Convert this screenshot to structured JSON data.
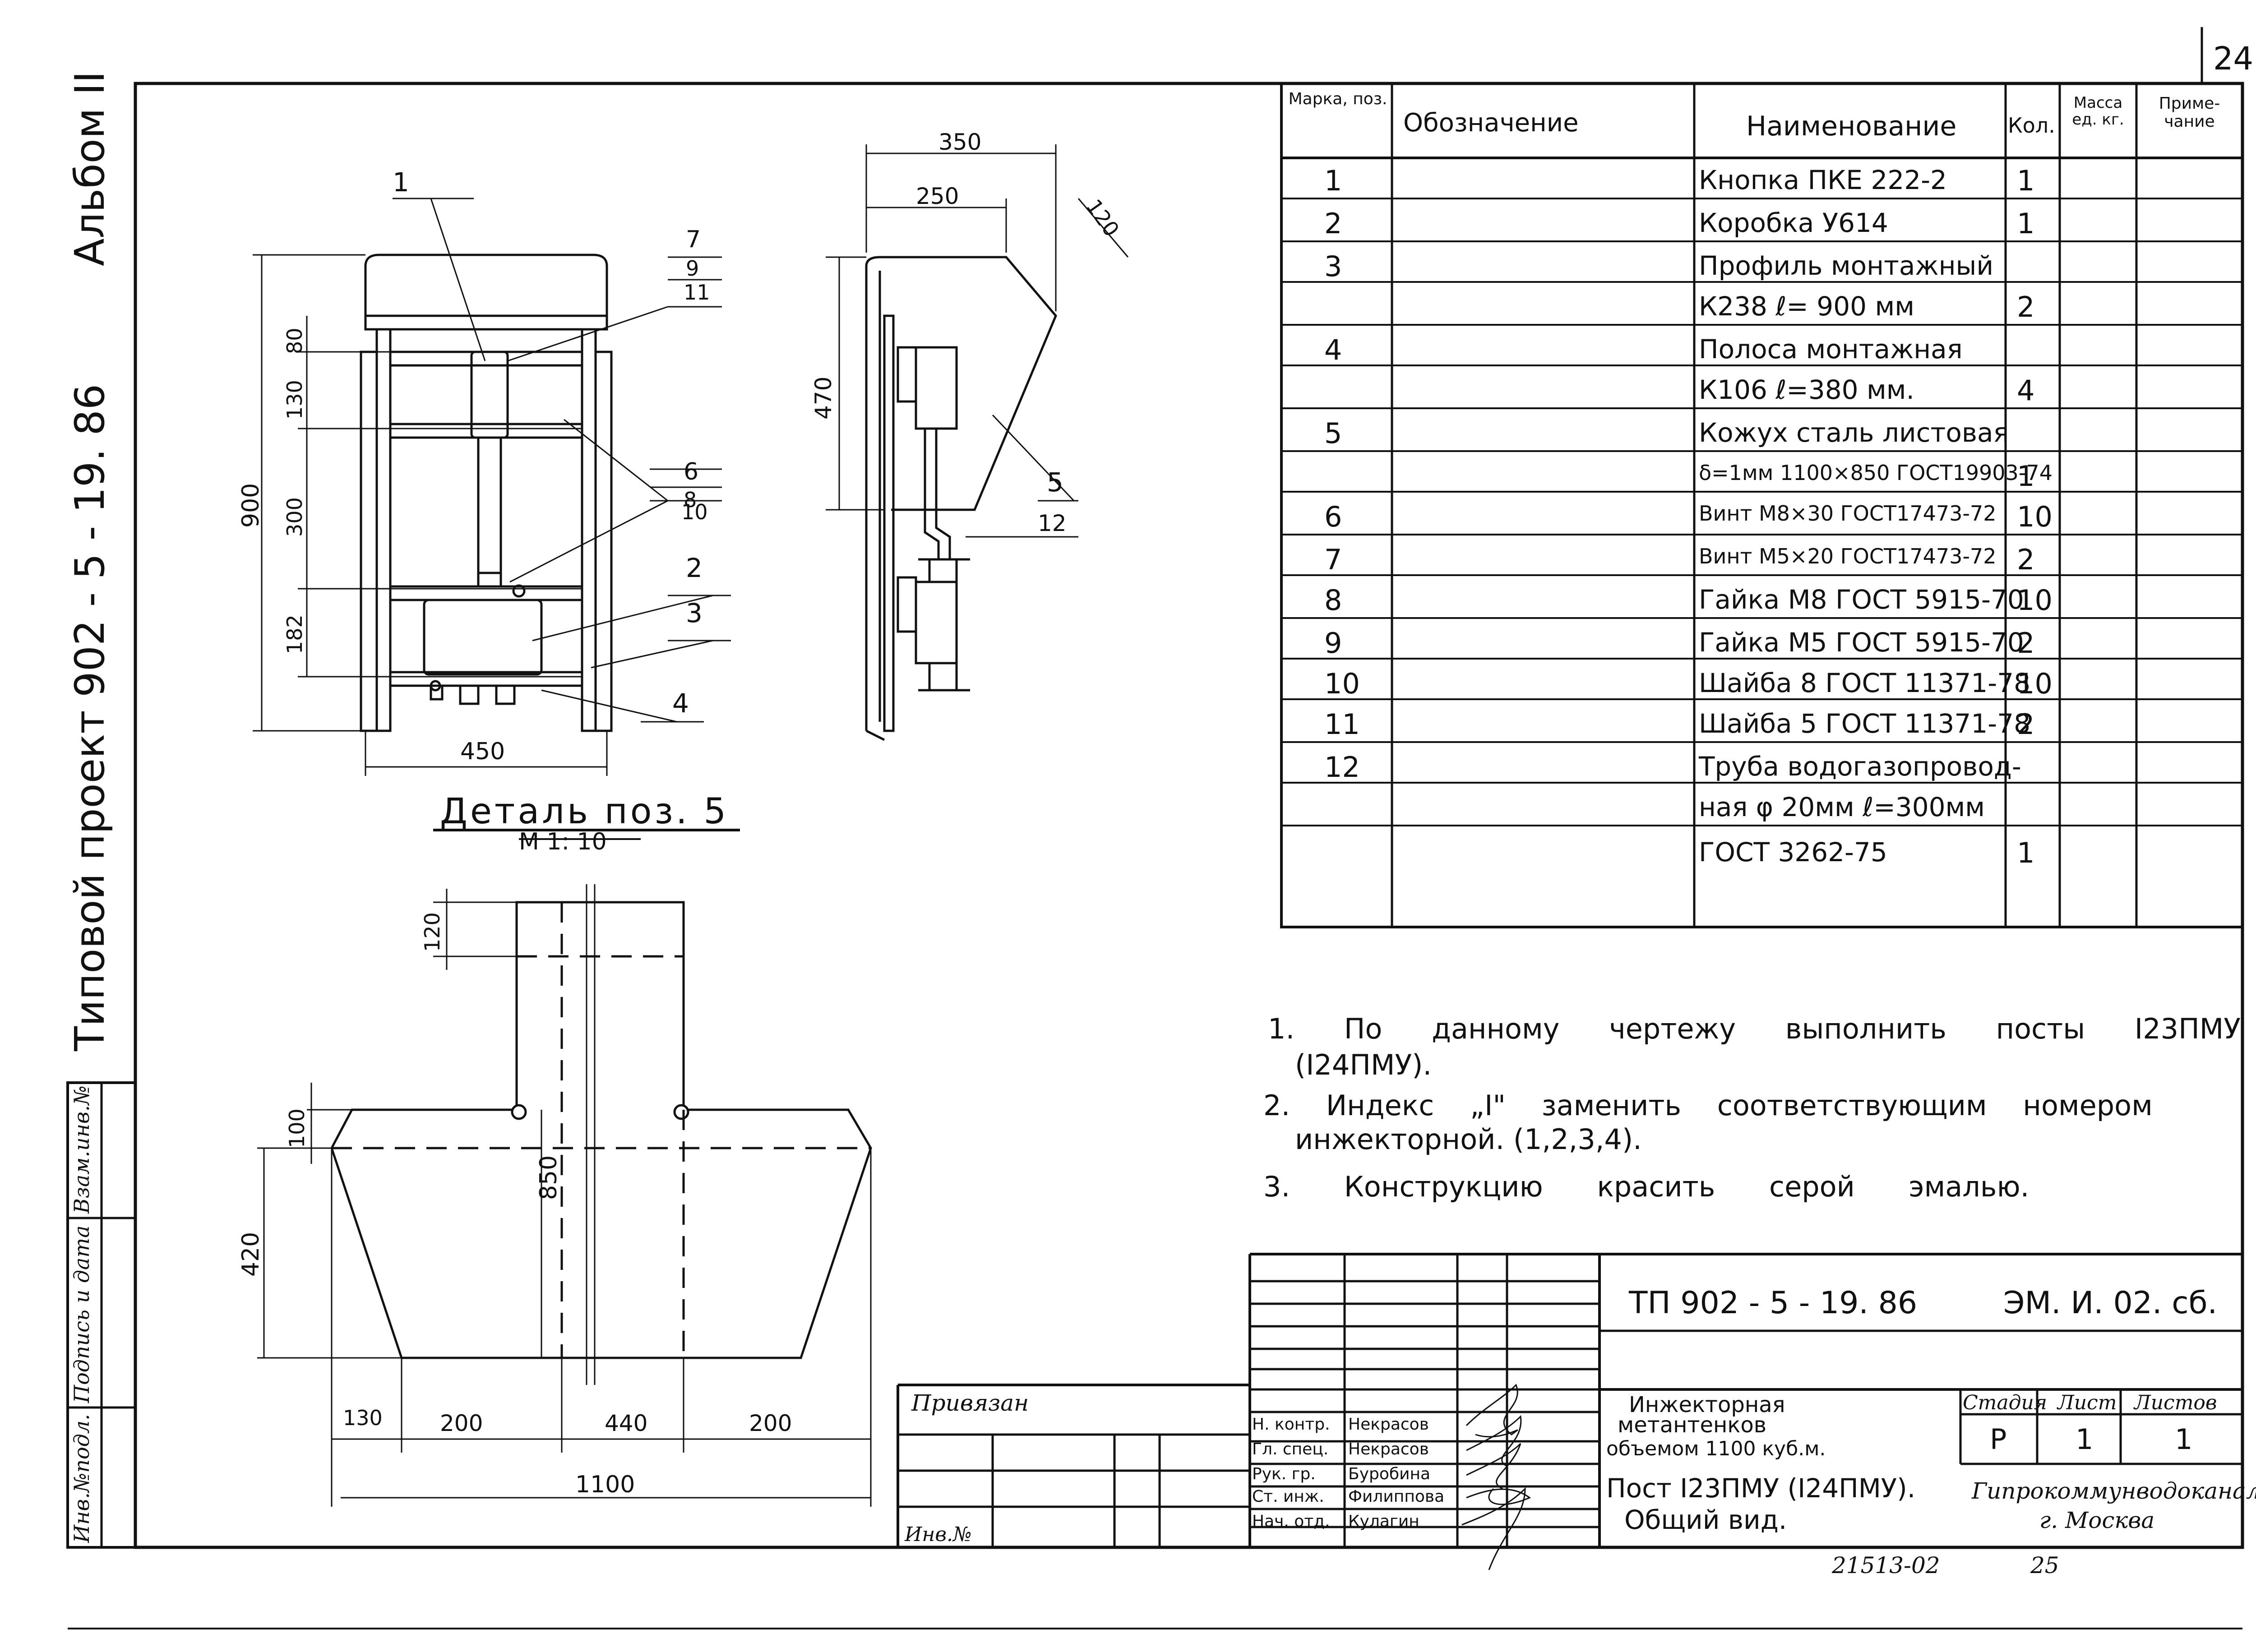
{
  "page_number": "24",
  "side_title": {
    "album": "Альбом II",
    "project": "Типовой проект 902 - 5 - 19. 86"
  },
  "side_stamp": {
    "cells": [
      "Взам.инв.№",
      "Подпись и дата",
      "Инв.№подл."
    ]
  },
  "dimensions_front": {
    "d350": "350",
    "d250": "250",
    "d120": "120",
    "d470": "470",
    "d80": "80",
    "d130": "130",
    "d900": "900",
    "d300": "300",
    "d182": "182",
    "d450": "450"
  },
  "callouts": {
    "c1": "1",
    "c7": "7",
    "c9": "9",
    "c11": "11",
    "c6": "6",
    "c8": "8",
    "c10": "10",
    "c2": "2",
    "c3": "3",
    "c4": "4",
    "c5": "5",
    "c12": "12"
  },
  "detail": {
    "title": "Деталь поз. 5",
    "scale": "М 1: 10",
    "d120": "120",
    "d100": "100",
    "d850": "850",
    "d420": "420",
    "d130": "130",
    "d200a": "200",
    "d440": "440",
    "d200b": "200",
    "d1100": "1100"
  },
  "spec_table": {
    "headers": {
      "mark": "Марка, поз.",
      "designation": "Обозначение",
      "name": "Наименование",
      "qty": "Кол.",
      "mass": "Масса ед. кг.",
      "note": "Приме- чание"
    },
    "rows": [
      {
        "mark": "1",
        "name": "Кнопка ПКЕ 222-2",
        "qty": "1"
      },
      {
        "mark": "2",
        "name": "Коробка У614",
        "qty": "1"
      },
      {
        "mark": "3",
        "name": "Профиль монтажный",
        "qty": ""
      },
      {
        "mark": "",
        "name": "К238 ℓ= 900 мм",
        "qty": "2"
      },
      {
        "mark": "4",
        "name": "Полоса монтажная",
        "qty": ""
      },
      {
        "mark": "",
        "name": "К106 ℓ=380 мм.",
        "qty": "4"
      },
      {
        "mark": "5",
        "name": "Кожух сталь листовая",
        "qty": ""
      },
      {
        "mark": "",
        "name": "δ=1мм 1100×850 ГОСТ19903-74",
        "qty": "1"
      },
      {
        "mark": "6",
        "name": "Винт М8×30 ГОСТ17473-72",
        "qty": "10"
      },
      {
        "mark": "7",
        "name": "Винт М5×20 ГОСТ17473-72",
        "qty": "2"
      },
      {
        "mark": "8",
        "name": "Гайка М8 ГОСТ 5915-70",
        "qty": "10"
      },
      {
        "mark": "9",
        "name": "Гайка М5 ГОСТ 5915-70",
        "qty": "2"
      },
      {
        "mark": "10",
        "name": "Шайба 8 ГОСТ 11371-78",
        "qty": "10"
      },
      {
        "mark": "11",
        "name": "Шайба 5 ГОСТ 11371-78",
        "qty": "2"
      },
      {
        "mark": "12",
        "name": "Труба водогазопровод-",
        "qty": ""
      },
      {
        "mark": "",
        "name": "ная φ 20мм ℓ=300мм",
        "qty": ""
      },
      {
        "mark": "",
        "name": "ГОСТ 3262-75",
        "qty": "1"
      }
    ]
  },
  "notes": {
    "n1a": "1. По данному чертежу выполнить посты I23ПМУ",
    "n1b": "(I24ПМУ).",
    "n2a": "2. Индекс „I\" заменить соответствующим номером",
    "n2b": "инжекторной. (1,2,3,4).",
    "n3": "3. Конструкцию красить серой эмалью."
  },
  "title_block": {
    "doc_code": "ТП 902 - 5 - 19. 86",
    "sheet_code": "ЭМ. И. 02. сб.",
    "title_lines": [
      "Инжекторная",
      "метантенков",
      "объемом 1100 куб.м."
    ],
    "subtitle_lines": [
      "Пост I23ПМУ (I24ПМУ).",
      "Общий вид."
    ],
    "stage_label": "Стадия",
    "sheet_label": "Лист",
    "sheets_label": "Листов",
    "stage": "Р",
    "sheet": "1",
    "sheets": "1",
    "org_lines": [
      "Гипрокоммунводоканал",
      "г. Москва"
    ],
    "bound_label": "Привязан",
    "inv_label": "Инв.№",
    "signatures": [
      {
        "role": "Н. контр.",
        "name": "Некрасов"
      },
      {
        "role": "Гл. спец.",
        "name": "Некрасов"
      },
      {
        "role": "Рук. гр.",
        "name": "Буробина"
      },
      {
        "role": "Ст. инж.",
        "name": "Филиппова"
      },
      {
        "role": "Нач. отд.",
        "name": "Кулагин"
      }
    ]
  },
  "bottom_codes": {
    "code": "21513-02",
    "num": "25"
  }
}
